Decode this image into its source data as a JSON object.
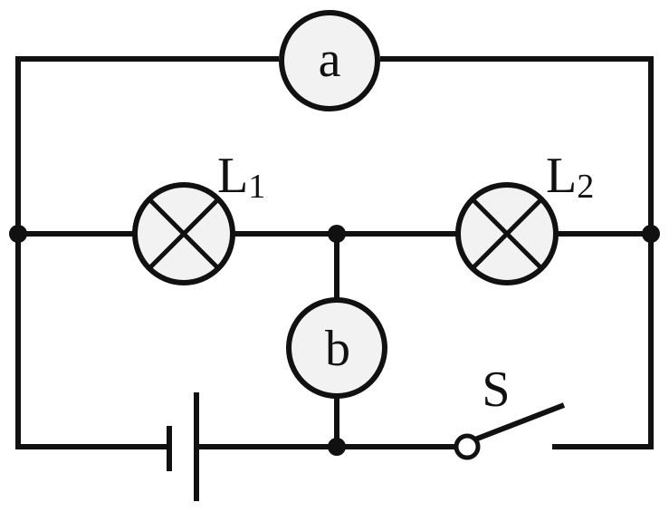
{
  "meters": {
    "a": {
      "label": "a"
    },
    "b": {
      "label": "b"
    }
  },
  "lamps": {
    "l1": {
      "letter": "L",
      "sub": "1"
    },
    "l2": {
      "letter": "L",
      "sub": "2"
    }
  },
  "switch": {
    "label": "S"
  },
  "colors": {
    "line": "#111111",
    "component_fill": "#f2f2f2",
    "background": "#ffffff"
  }
}
